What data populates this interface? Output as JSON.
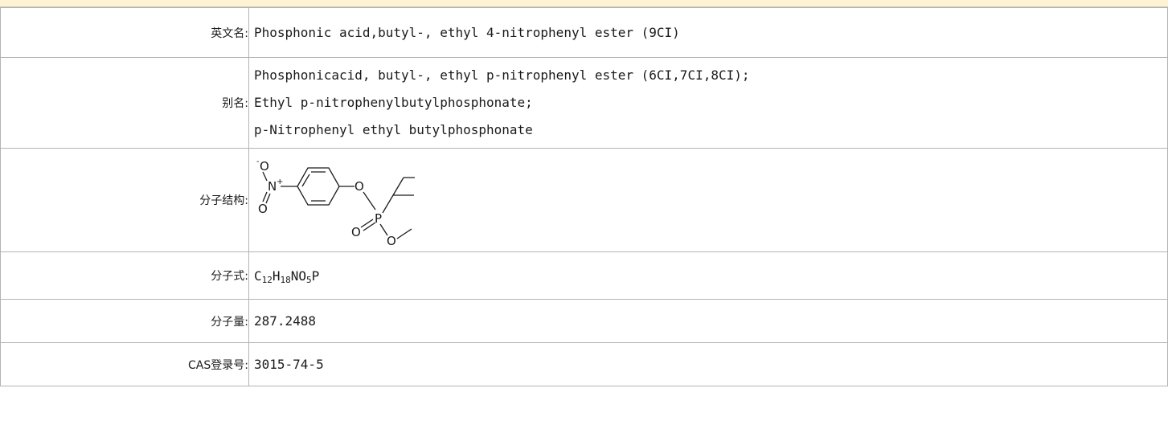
{
  "rows": {
    "english_name": {
      "label": "英文名:",
      "value": "Phosphonic acid,butyl-, ethyl 4-nitrophenyl ester (9CI)"
    },
    "aliases": {
      "label": "别名:",
      "items": [
        "Phosphonicacid, butyl-, ethyl p-nitrophenyl ester (6CI,7CI,8CI);",
        "Ethyl p-nitrophenylbutylphosphonate;",
        "p-Nitrophenyl ethyl butylphosphonate"
      ]
    },
    "structure": {
      "label": "分子结构:",
      "atoms": {
        "o_minus": "O",
        "n_plus": "N",
        "o_double": "O",
        "o_ester": "O",
        "p": "P",
        "o_phosphoryl": "O",
        "o_ethoxy": "O",
        "minus_sign": "-",
        "plus_sign": "+"
      }
    },
    "formula": {
      "label": "分子式:",
      "parts": {
        "c": "C",
        "c_count": "12",
        "h": "H",
        "h_count": "18",
        "n_o": "NO",
        "o_count": "5",
        "p": "P"
      }
    },
    "molecular_weight": {
      "label": "分子量:",
      "value": "287.2488"
    },
    "cas": {
      "label": "CAS登录号:",
      "value": "3015-74-5"
    }
  }
}
